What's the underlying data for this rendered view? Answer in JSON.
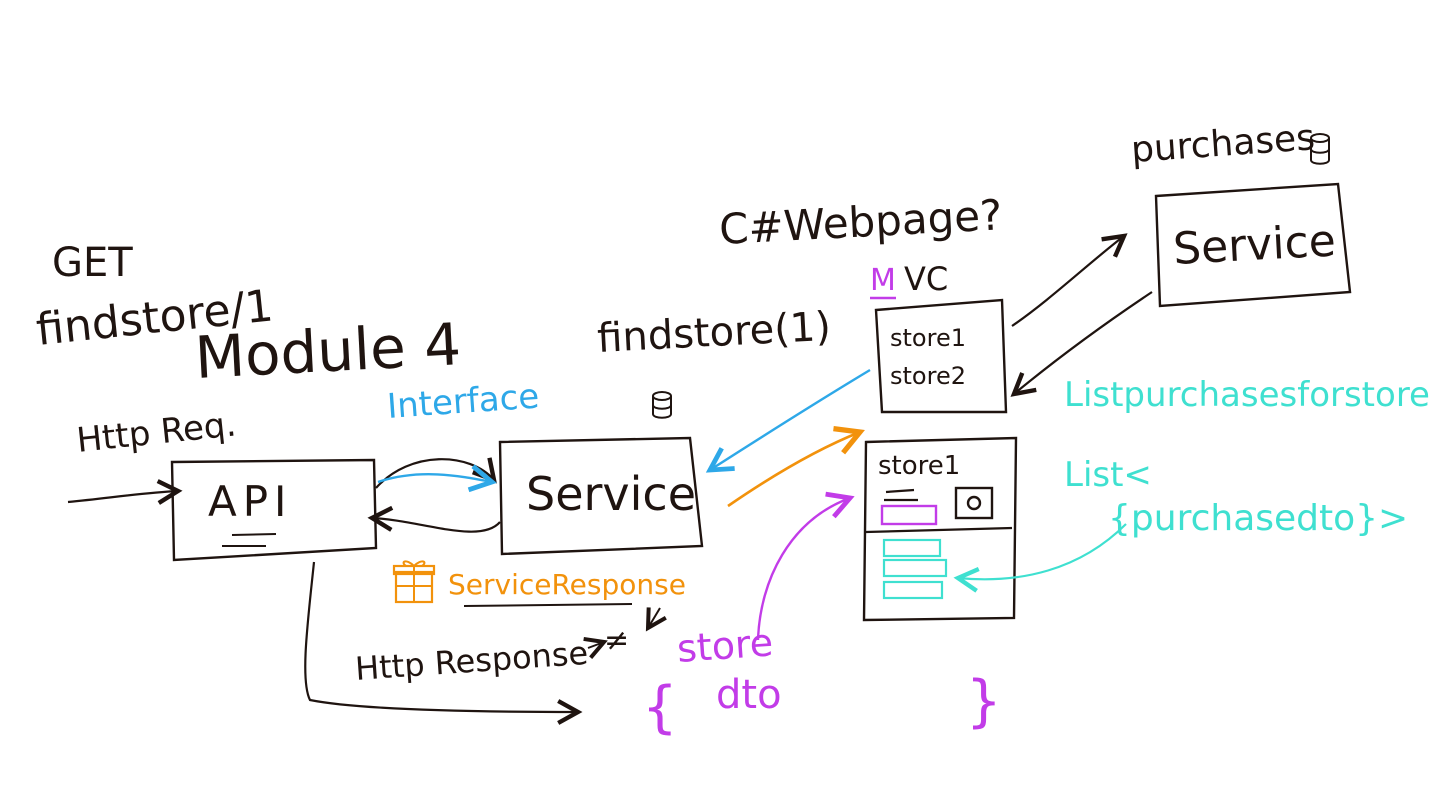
{
  "colors": {
    "ink": "#1f1410",
    "blue": "#2ea8e8",
    "orange": "#f2920c",
    "purple": "#c23ce8",
    "cyan": "#3fe0d0"
  },
  "labels": {
    "get": "GET",
    "findstore_path": "findstore/1",
    "module": "Module 4",
    "http_req": "Http Req.",
    "api": "API",
    "interface": "Interface",
    "service_left": "Service",
    "findstore_call": "findstore(1)",
    "service_response": "ServiceResponse",
    "http_response": "Http Response",
    "not_equal": "≠",
    "webpage_question": "C#Webpage?",
    "mvc_m": "M",
    "mvc_rest": "VC",
    "store1_list": "store1",
    "store2_list": "store2",
    "store1_detail": "store1",
    "purchases": "purchases",
    "service_right": "Service",
    "list_purchases_for_store": "Listpurchasesforstore",
    "list_generic": "List<",
    "purchasedto": "{purchasedto}>",
    "store_dto_word": "store",
    "dto_word": "dto",
    "brace_open": "{",
    "brace_close": "}"
  },
  "icons": {
    "database_left": "database-icon",
    "database_right": "database-icon",
    "gift": "gift-icon",
    "image_placeholder": "image-icon"
  }
}
